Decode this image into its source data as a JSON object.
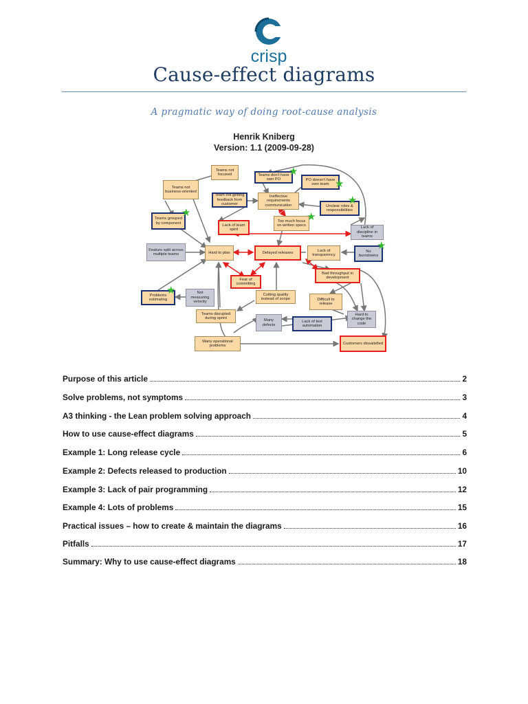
{
  "logo": {
    "text": "crisp",
    "color": "#1b6f98"
  },
  "title": "Cause-effect diagrams",
  "subtitle": "A pragmatic way of doing root-cause analysis",
  "author": "Henrik Kniberg",
  "version": "Version: 1.1 (2009-09-28)",
  "diagram": {
    "nodes": {
      "teams_not_focused": "Teams not focused",
      "teams_dont_have_own_po": "Teams don't have own PO",
      "po_doesnt_have_own_team": "PO doesn't have own team",
      "teams_not_business_oriented": "Teams not business-oriented",
      "team_not_getting_feedback": "Team not getting feedback from customer",
      "ineffective_requirements": "Ineffective requirements communication",
      "unclear_roles": "Unclear roles & responsibilities",
      "teams_grouped_by_component": "Teams grouped by component",
      "lack_of_team_spirit": "Lack of team spirit",
      "too_much_focus_on_written_specs": "Too much focus on written specs",
      "lack_of_discipline": "Lack of discipline in teams",
      "feature_split": "Feature split across multiple teams",
      "hard_to_plan": "Hard to plan",
      "delayed_releases": "Delayed releases",
      "lack_of_transparency": "Lack of transparency",
      "no_burndowns": "No burndowns",
      "fear_of_committing": "Fear of committing",
      "bad_throughput": "Bad throughput in development",
      "problems_estimating": "Problems estimating",
      "not_measuring_velocity": "Not measuring velocity",
      "cutting_quality": "Cutting quality instead of scope",
      "difficult_to_release": "Difficult to release",
      "teams_disrupted": "Teams disrupted during sprint",
      "many_defects": "Many defects",
      "lack_of_test_automation": "Lack of test automation",
      "hard_to_change_code": "Hard to change the code",
      "many_operational_problems": "Many operational problems",
      "customers_dissatisfied": "Customers dissatisfied"
    },
    "colors": {
      "node_fill": "#fcd9a6",
      "gray_fill": "#c9ccd6",
      "root_border": "#1b2f73",
      "effect_border": "#e21e1e",
      "star": "#35b82f"
    }
  },
  "toc": [
    {
      "title": "Purpose of this article",
      "page": "2"
    },
    {
      "title": "Solve problems, not symptoms",
      "page": "3"
    },
    {
      "title": "A3 thinking - the Lean problem solving approach",
      "page": "4"
    },
    {
      "title": "How to use cause-effect diagrams",
      "page": "5"
    },
    {
      "title": "Example 1: Long release cycle",
      "page": "6"
    },
    {
      "title": "Example 2: Defects released to production",
      "page": "10"
    },
    {
      "title": "Example 3: Lack of pair programming",
      "page": "12"
    },
    {
      "title": "Example 4: Lots of problems",
      "page": "15"
    },
    {
      "title": "Practical issues – how to create & maintain the diagrams",
      "page": "16"
    },
    {
      "title": "Pitfalls",
      "page": "17"
    },
    {
      "title": "Summary: Why to use cause-effect diagrams",
      "page": "18"
    }
  ]
}
